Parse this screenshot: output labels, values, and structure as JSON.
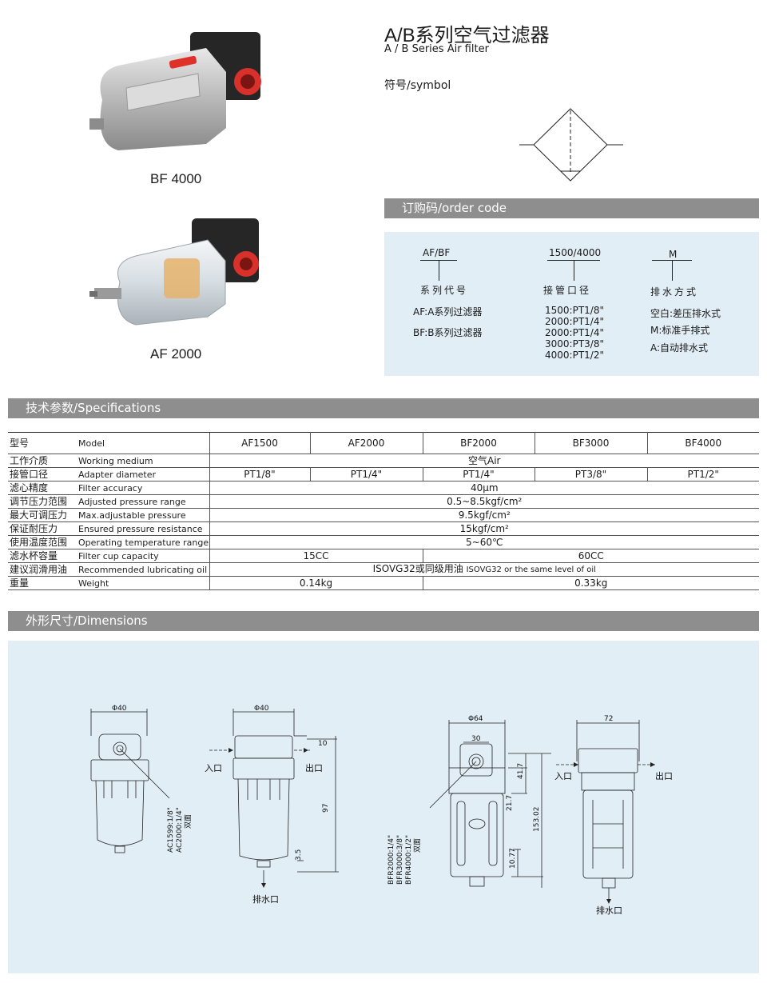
{
  "header": {
    "title_cn": "A/B系列空气过滤器",
    "title_en": "A / B Series Air filter",
    "symbol_label": "符号/symbol"
  },
  "products": [
    {
      "name": "BF 4000"
    },
    {
      "name": "AF 2000"
    }
  ],
  "order_code": {
    "band": "订购码/order code",
    "col1": {
      "code": "AF/BF",
      "title": "系列代号",
      "items": [
        "AF:A系列过滤器",
        "BF:B系列过滤器"
      ]
    },
    "col2": {
      "code": "1500/4000",
      "title": "接管口径",
      "items": [
        "1500:PT1/8\"",
        "2000:PT1/4\"",
        "2000:PT1/4\"",
        "3000:PT3/8\"",
        "4000:PT1/2\""
      ]
    },
    "col3": {
      "code": "M",
      "title": "排水方式",
      "items": [
        "空白:差压排水式",
        "M:标准手排式",
        "A:自动排水式"
      ]
    }
  },
  "specs": {
    "band": "技术参数/Specifications",
    "header": {
      "zh": "型号",
      "en": "Model",
      "models": [
        "AF1500",
        "AF2000",
        "BF2000",
        "BF3000",
        "BF4000"
      ]
    },
    "rows": {
      "medium": {
        "zh": "工作介质",
        "en": "Working medium",
        "value": "空气Air"
      },
      "adapter": {
        "zh": "接管口径",
        "en": "Adapter diameter",
        "values": [
          "PT1/8\"",
          "PT1/4\"",
          "PT1/4\"",
          "PT3/8\"",
          "PT1/2\""
        ]
      },
      "accuracy": {
        "zh": "滤心精度",
        "en": "Filter accuracy",
        "value": "40μm"
      },
      "pressure_range": {
        "zh": "调节压力范围",
        "en": "Adjusted pressure range",
        "value": "0.5~8.5kgf/cm²"
      },
      "max_pressure": {
        "zh": "最大可调压力",
        "en": "Max.adjustable pressure",
        "value": "9.5kgf/cm²"
      },
      "ensured": {
        "zh": "保证耐压力",
        "en": "Ensured pressure resistance",
        "value": "15kgf/cm²"
      },
      "temperature": {
        "zh": "使用温度范围",
        "en": "Operating temperature range",
        "value": "5~60℃"
      },
      "cup": {
        "zh": "滤水杯容量",
        "en": "Filter cup capacity",
        "value_a": "15CC",
        "value_b": "60CC"
      },
      "oil": {
        "zh": "建议润滑用油",
        "en": "Recommended lubricating oil",
        "value_cn": "ISOVG32或同级用油",
        "value_en": "ISOVG32 or the same level of oil"
      },
      "weight": {
        "zh": "重量",
        "en": "Weight",
        "value_a": "0.14kg",
        "value_b": "0.33kg"
      }
    }
  },
  "dimensions": {
    "band": "外形尺寸/Dimensions",
    "d1": {
      "phi": "Φ40",
      "note1": "AC1599:1/8\"",
      "note2": "AC2000:1/4\"",
      "note3": "双面"
    },
    "d2": {
      "phi": "Φ40",
      "inlet": "入口",
      "outlet": "出口",
      "h1": "10",
      "h2": "97",
      "h3": "3.5",
      "drain": "排水口"
    },
    "d3": {
      "phi": "Φ64",
      "w": "30",
      "h1": "41.7",
      "h2": "21.7",
      "h3": "153.02",
      "h4": "10.77",
      "note1": "BFR2000:1/4\"",
      "note2": "BFR3000:3/8\"",
      "note3": "BFR4000:1/2\"",
      "note4": "双面"
    },
    "d4": {
      "w": "72",
      "inlet": "入口",
      "outlet": "出口",
      "drain": "排水口"
    }
  }
}
